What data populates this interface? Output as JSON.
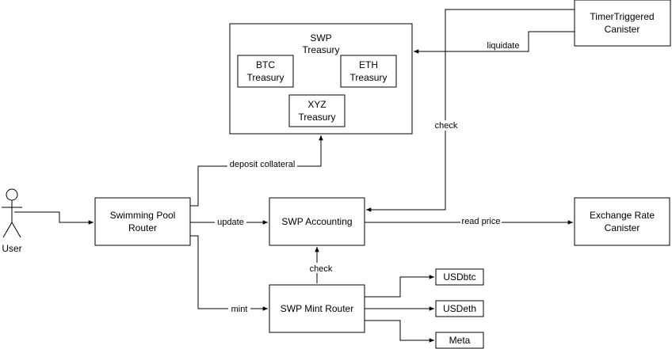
{
  "nodes": {
    "swp_treasury": [
      "SWP",
      "Treasury"
    ],
    "btc_treasury": [
      "BTC",
      "Treasury"
    ],
    "eth_treasury": [
      "ETH",
      "Treasury"
    ],
    "xyz_treasury": [
      "XYZ",
      "Treasury"
    ],
    "timer_canister": [
      "TimerTriggered",
      "Canister"
    ],
    "pool_router": [
      "Swimming Pool",
      "Router"
    ],
    "swp_accounting": "SWP Accounting",
    "exchange_rate": [
      "Exchange Rate",
      "Canister"
    ],
    "mint_router": "SWP Mint Router",
    "usdbtc": "USDbtc",
    "usdeth": "USDeth",
    "meta": "Meta",
    "user": "User"
  },
  "edges": {
    "liquidate": "liquidate",
    "check_accounting": "check",
    "deposit_collateral": "deposit collateral",
    "update": "update",
    "read_price": "read price",
    "check_mint": "check",
    "mint": "mint"
  }
}
